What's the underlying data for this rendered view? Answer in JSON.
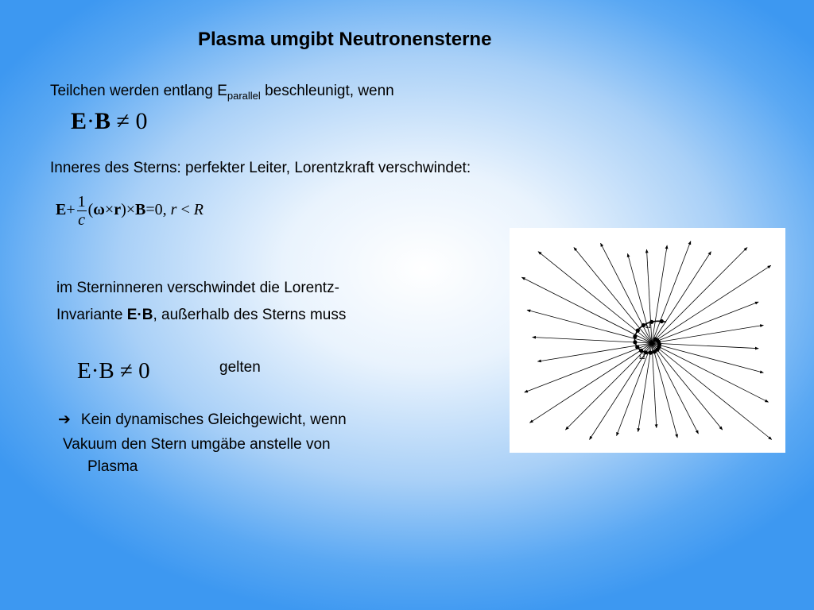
{
  "slide": {
    "title": "Plasma umgibt Neutronensterne",
    "line1_pre": "Teilchen werden entlang E",
    "line1_sub": "parallel",
    "line1_post": " beschleunigt, wenn",
    "eq1": {
      "E": "E",
      "dot": "·",
      "B": "B",
      "neq": "≠",
      "zero": "0"
    },
    "line2": "Inneres des Sterns: perfekter Leiter, Lorentzkraft verschwindet:",
    "eq2": {
      "E": "E",
      "plus": "+",
      "num": "1",
      "den": "c",
      "lpar": "(",
      "omega": "ω",
      "times1": "×",
      "r": "r",
      "rpar": ")",
      "times2": "×",
      "B": "B",
      "eq": "=",
      "tail": "0, ",
      "r2": "r",
      "lt": " < ",
      "R": "R"
    },
    "line3a": "im Sterninneren verschwindet die Lorentz-",
    "line3b_pre": "Invariante ",
    "line3b_bold": "E·B",
    "line3b_post": ", außerhalb des Sterns muss",
    "eq3": {
      "text": "E·B",
      "neq": "≠",
      "zero": "0"
    },
    "gelten": "gelten",
    "arrow": "➔",
    "line4": "Kein dynamisches Gleichgewicht, wenn",
    "line5": "Vakuum den Stern umgäbe anstelle von",
    "line6": "Plasma",
    "figure_labels": {
      "omega_upper": "Ω",
      "omega_lower": "Ω"
    }
  }
}
